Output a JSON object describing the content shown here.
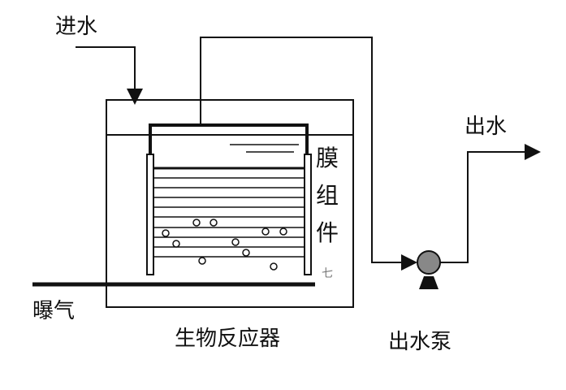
{
  "labels": {
    "inlet": "进水",
    "outlet": "出水",
    "membrane_module": [
      "膜",
      "组",
      "件"
    ],
    "aeration": "曝气",
    "bioreactor": "生物反应器",
    "outlet_pump": "出水泵",
    "small_mark": "七"
  },
  "colors": {
    "line": "#111111",
    "background": "#ffffff"
  }
}
